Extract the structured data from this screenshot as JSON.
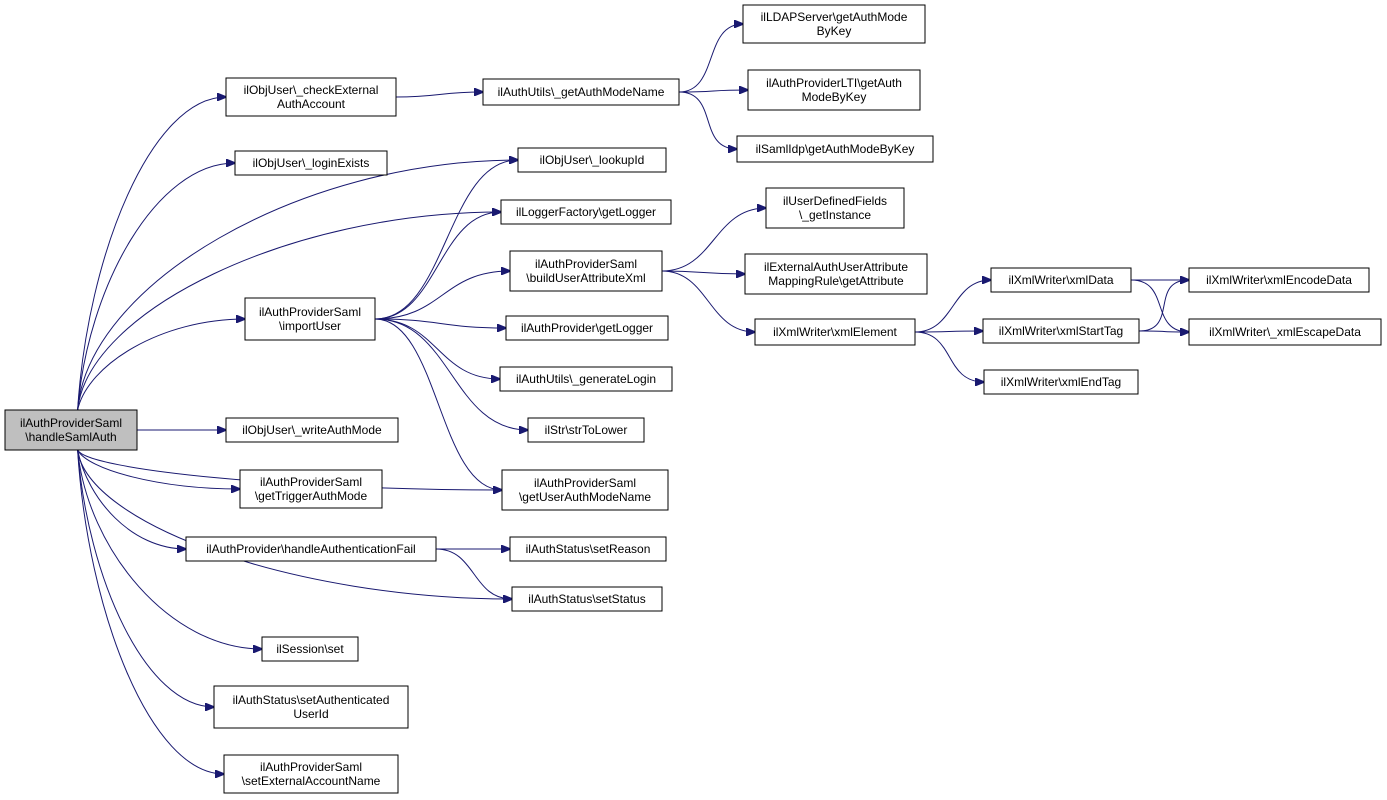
{
  "colors": {
    "edge": "#191970",
    "node_fill": "#ffffff",
    "root_fill": "#bfbfbf",
    "border": "#000000"
  },
  "nodes": [
    {
      "id": "n0",
      "lines": [
        "ilAuthProviderSaml",
        "\\handleSamlAuth"
      ],
      "root": true
    },
    {
      "id": "n1",
      "lines": [
        "ilObjUser\\_checkExternal",
        "AuthAccount"
      ]
    },
    {
      "id": "n2",
      "lines": [
        "ilObjUser\\_loginExists"
      ]
    },
    {
      "id": "n3",
      "lines": [
        "ilObjUser\\_lookupId"
      ]
    },
    {
      "id": "n4",
      "lines": [
        "ilLoggerFactory\\getLogger"
      ]
    },
    {
      "id": "n5",
      "lines": [
        "ilAuthProviderSaml",
        "\\importUser"
      ]
    },
    {
      "id": "n6",
      "lines": [
        "ilObjUser\\_writeAuthMode"
      ]
    },
    {
      "id": "n7",
      "lines": [
        "ilAuthProviderSaml",
        "\\getTriggerAuthMode"
      ]
    },
    {
      "id": "n8",
      "lines": [
        "ilAuthProviderSaml",
        "\\getUserAuthModeName"
      ]
    },
    {
      "id": "n9",
      "lines": [
        "ilAuthProvider\\handleAuthenticationFail"
      ]
    },
    {
      "id": "n10",
      "lines": [
        "ilAuthStatus\\setStatus"
      ]
    },
    {
      "id": "n11",
      "lines": [
        "ilSession\\set"
      ]
    },
    {
      "id": "n12",
      "lines": [
        "ilAuthStatus\\setAuthenticated",
        "UserId"
      ]
    },
    {
      "id": "n13",
      "lines": [
        "ilAuthProviderSaml",
        "\\setExternalAccountName"
      ]
    },
    {
      "id": "n14",
      "lines": [
        "ilAuthUtils\\_getAuthModeName"
      ]
    },
    {
      "id": "n15",
      "lines": [
        "ilLDAPServer\\getAuthMode",
        "ByKey"
      ]
    },
    {
      "id": "n16",
      "lines": [
        "ilAuthProviderLTI\\getAuth",
        "ModeByKey"
      ]
    },
    {
      "id": "n17",
      "lines": [
        "ilSamlIdp\\getAuthModeByKey"
      ]
    },
    {
      "id": "n18",
      "lines": [
        "ilAuthProviderSaml",
        "\\buildUserAttributeXml"
      ]
    },
    {
      "id": "n19",
      "lines": [
        "ilAuthProvider\\getLogger"
      ]
    },
    {
      "id": "n20",
      "lines": [
        "ilAuthUtils\\_generateLogin"
      ]
    },
    {
      "id": "n21",
      "lines": [
        "ilStr\\strToLower"
      ]
    },
    {
      "id": "n22",
      "lines": [
        "ilUserDefinedFields",
        "\\_getInstance"
      ]
    },
    {
      "id": "n23",
      "lines": [
        "ilExternalAuthUserAttribute",
        "MappingRule\\getAttribute"
      ]
    },
    {
      "id": "n24",
      "lines": [
        "ilXmlWriter\\xmlElement"
      ]
    },
    {
      "id": "n25",
      "lines": [
        "ilXmlWriter\\xmlData"
      ]
    },
    {
      "id": "n26",
      "lines": [
        "ilXmlWriter\\xmlStartTag"
      ]
    },
    {
      "id": "n27",
      "lines": [
        "ilXmlWriter\\xmlEndTag"
      ]
    },
    {
      "id": "n28",
      "lines": [
        "ilXmlWriter\\xmlEncodeData"
      ]
    },
    {
      "id": "n29",
      "lines": [
        "ilXmlWriter\\_xmlEscapeData"
      ]
    },
    {
      "id": "n30",
      "lines": [
        "ilAuthStatus\\setReason"
      ]
    }
  ],
  "edges": [
    [
      "n0",
      "n1"
    ],
    [
      "n0",
      "n2"
    ],
    [
      "n0",
      "n3"
    ],
    [
      "n0",
      "n4"
    ],
    [
      "n0",
      "n5"
    ],
    [
      "n0",
      "n6"
    ],
    [
      "n0",
      "n7"
    ],
    [
      "n0",
      "n8"
    ],
    [
      "n0",
      "n9"
    ],
    [
      "n0",
      "n10"
    ],
    [
      "n0",
      "n11"
    ],
    [
      "n0",
      "n12"
    ],
    [
      "n0",
      "n13"
    ],
    [
      "n1",
      "n14"
    ],
    [
      "n14",
      "n15"
    ],
    [
      "n14",
      "n16"
    ],
    [
      "n14",
      "n17"
    ],
    [
      "n5",
      "n3"
    ],
    [
      "n5",
      "n4"
    ],
    [
      "n5",
      "n18"
    ],
    [
      "n5",
      "n19"
    ],
    [
      "n5",
      "n20"
    ],
    [
      "n5",
      "n21"
    ],
    [
      "n5",
      "n8"
    ],
    [
      "n18",
      "n22"
    ],
    [
      "n18",
      "n23"
    ],
    [
      "n18",
      "n24"
    ],
    [
      "n24",
      "n25"
    ],
    [
      "n24",
      "n26"
    ],
    [
      "n24",
      "n27"
    ],
    [
      "n25",
      "n28"
    ],
    [
      "n25",
      "n29"
    ],
    [
      "n26",
      "n28"
    ],
    [
      "n26",
      "n29"
    ],
    [
      "n9",
      "n30"
    ],
    [
      "n9",
      "n10"
    ]
  ]
}
